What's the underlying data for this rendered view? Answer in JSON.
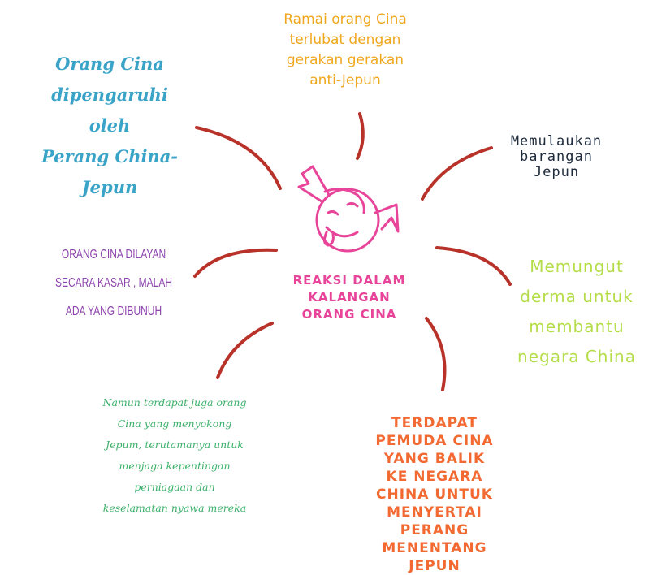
{
  "center": {
    "title": "REAKSI DALAM\nKALANGAN\nORANG CINA"
  },
  "nodes": {
    "top": "Ramai orang Cina\nterlubat dengan\ngerakan gerakan\nanti-Jepun",
    "top_left": "Orang Cina\ndipengaruhi oleh\nPerang China-\nJepun",
    "top_right": "Memulaukan\nbarangan\nJepun",
    "left": "ORANG CINA DILAYAN\nSECARA KASAR , MALAH\nADA YANG DIBUNUH",
    "right": "Memungut\nderma  untuk\nmembantu\nnegara  China",
    "bottom_left": "Namun terdapat juga orang\nCina yang menyokong\nJepum, terutamanya untuk\nmenjaga kepentingan\nperniagaan dan\nkeselamatan nyawa mereka",
    "bottom_right": "TERDAPAT\nPEMUDA CINA\nYANG BALIK\nKE NEGARA\nCHINA UNTUK\nMENYERTAI\nPERANG\nMENENTANG\nJEPUN"
  },
  "colors": {
    "connector": "#b8322a",
    "center": "#e8449a"
  }
}
